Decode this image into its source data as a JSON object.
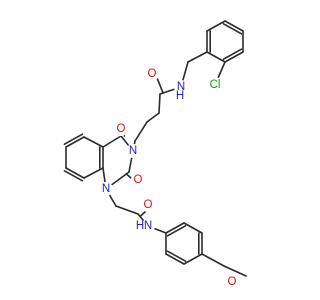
{
  "atom_labels": {
    "o_amide_top": "O",
    "n_amide_top": "N",
    "h_amide_top": "H",
    "cl": "Cl",
    "o_c4": "O",
    "n3": "N",
    "o_c2": "O",
    "n1": "N",
    "o_amide_bottom": "O",
    "n_amide_bottom": "N",
    "h_amide_bottom": "H",
    "o_methoxy": "O"
  },
  "colors": {
    "bond": "#2b2b2b",
    "nitrogen": "#2222cc",
    "oxygen": "#dd1111",
    "chlorine": "#119911"
  }
}
